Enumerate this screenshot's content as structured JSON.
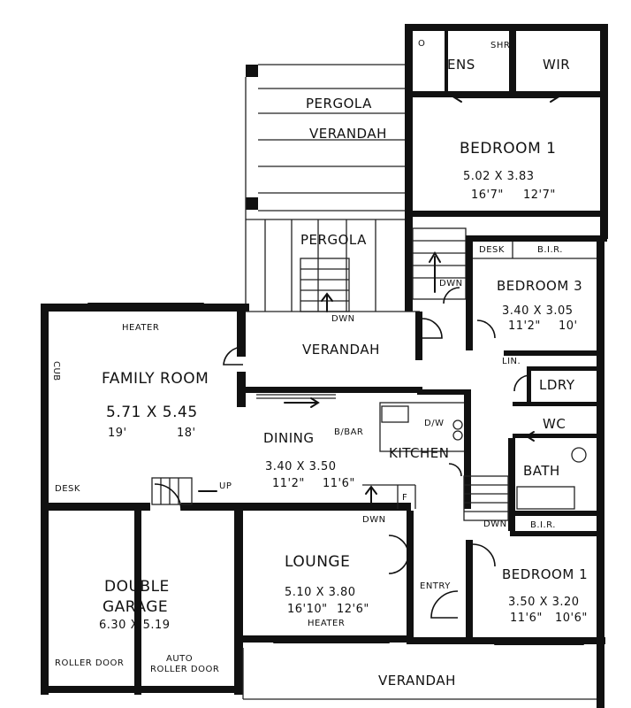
{
  "rooms": {
    "ens": "ENS",
    "shr": "SHR",
    "wir": "WIR",
    "o_mark": "O",
    "pergola_top": "PERGOLA",
    "verandah_top": "VERANDAH",
    "bedroom1_top": {
      "name": "BEDROOM 1",
      "metric": "5.02 X 3.83",
      "imperial_a": "16'7\"",
      "imperial_b": "12'7\""
    },
    "pergola_mid": "PERGOLA",
    "desk_top": "DESK",
    "bir_top": "B.I.R.",
    "bedroom3": {
      "name": "BEDROOM 3",
      "metric": "3.40 X 3.05",
      "imperial_a": "11'2\"",
      "imperial_b": "10'"
    },
    "dwn_stair": "DWN",
    "dwn_pergola": "DWN",
    "heater_family": "HEATER",
    "verandah_mid": "VERANDAH",
    "lin": "LIN.",
    "cub": "CUB",
    "family": {
      "name": "FAMILY ROOM",
      "metric": "5.71 X 5.45",
      "imperial_a": "19'",
      "imperial_b": "18'"
    },
    "ldry": "LDRY",
    "dw": "D/W",
    "bbar": "B/BAR",
    "wc": "WC",
    "dining": {
      "name": "DINING",
      "metric": "3.40 X 3.50",
      "imperial_a": "11'2\"",
      "imperial_b": "11'6\""
    },
    "kitchen": "KITCHEN",
    "bath": "BATH",
    "desk_family": "DESK",
    "up": "UP",
    "f_mark": "F",
    "dwn_lounge": "DWN",
    "dwn_entry": "DWN",
    "bir_bottom": "B.I.R.",
    "double_garage": {
      "line1": "DOUBLE",
      "line2": "GARAGE",
      "metric": "6.30 X 5.19"
    },
    "lounge": {
      "name": "LOUNGE",
      "metric": "5.10 X 3.80",
      "imperial_a": "16'10\"",
      "imperial_b": "12'6\""
    },
    "entry": "ENTRY",
    "heater_lounge": "HEATER",
    "bedroom1_bottom": {
      "name": "BEDROOM 1",
      "metric": "3.50 X 3.20",
      "imperial_a": "11'6\"",
      "imperial_b": "10'6\""
    },
    "roller_door": "ROLLER DOOR",
    "auto_line1": "AUTO",
    "auto_line2": "ROLLER DOOR",
    "verandah_bottom": "VERANDAH"
  }
}
